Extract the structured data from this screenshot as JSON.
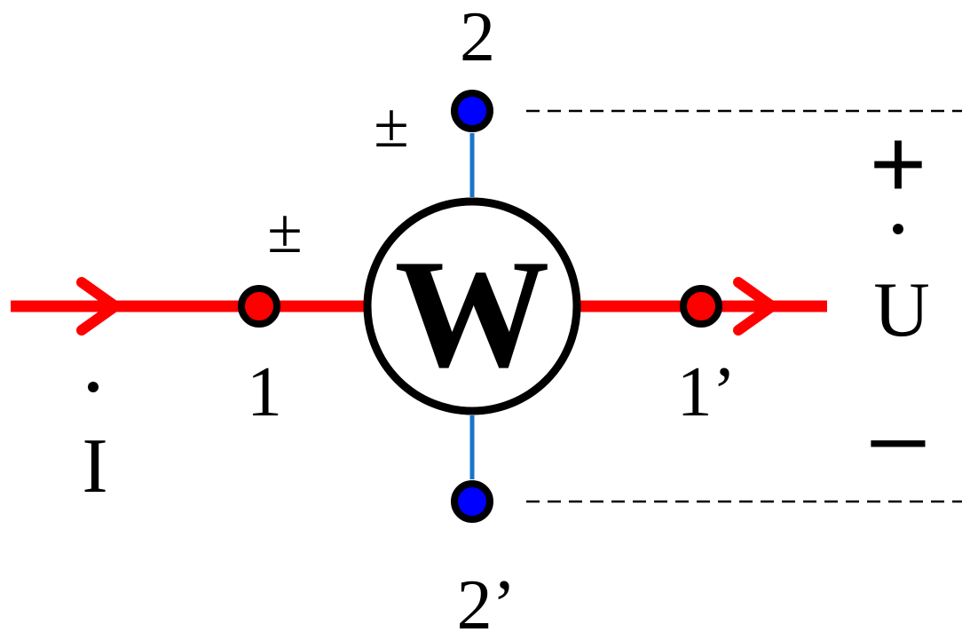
{
  "meter": {
    "symbol": "W"
  },
  "terminals": {
    "current_in": "1",
    "current_out": "1’",
    "voltage_top": "2",
    "voltage_bottom": "2’"
  },
  "polarity_marks": {
    "current_coil": "±",
    "voltage_coil": "±"
  },
  "quantities": {
    "current": "I",
    "voltage": "U"
  },
  "voltage_signs": {
    "plus": "+",
    "minus": "–"
  },
  "colors": {
    "current_path": "#ff0000",
    "current_terminal_fill": "#ff0000",
    "voltage_lead": "#1a75c9",
    "voltage_terminal_fill": "#0000ff",
    "outline": "#000000"
  }
}
